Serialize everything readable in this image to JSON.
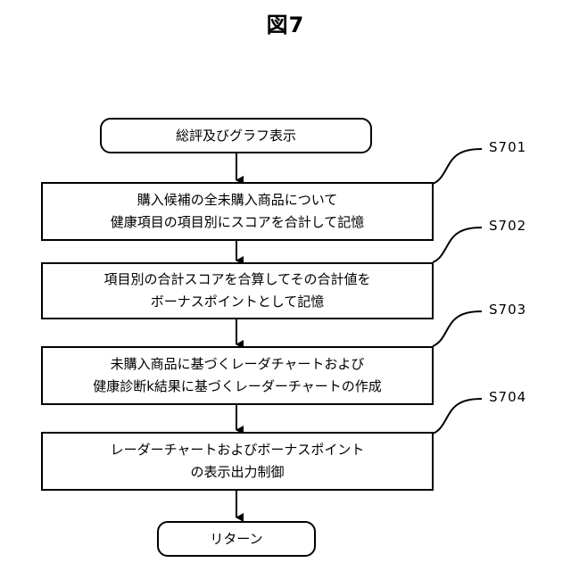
{
  "figure_title": "図7",
  "start": "総評及びグラフ表示",
  "end": "リターン",
  "steps": [
    {
      "label": "S701",
      "lines": [
        "購入候補の全未購入商品について",
        "健康項目の項目別にスコアを合計して記憶"
      ]
    },
    {
      "label": "S702",
      "lines": [
        "項目別の合計スコアを合算してその合計値を",
        "ボーナスポイントとして記憶"
      ]
    },
    {
      "label": "S703",
      "lines": [
        "未購入商品に基づくレーダチャートおよび",
        "健康診断k結果に基づくレーダーチャートの作成"
      ]
    },
    {
      "label": "S704",
      "lines": [
        "レーダーチャートおよびボーナスポイント",
        "の表示出力制御"
      ]
    }
  ]
}
